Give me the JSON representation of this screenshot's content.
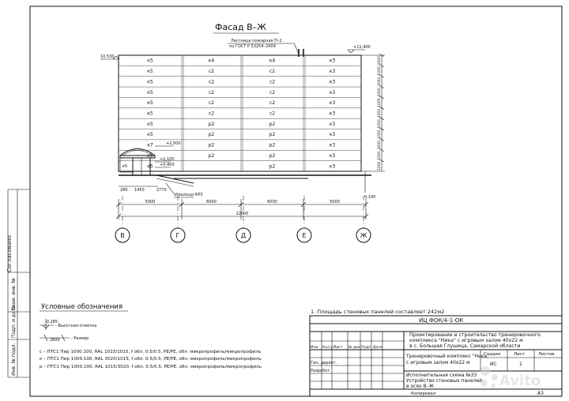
{
  "facade_title": "Фасад В–Ж",
  "ladder_note": [
    "Лестница пожарная П–2",
    "по ГОСТ Р 53254–2009"
  ],
  "levels": {
    "top_left": "10,530",
    "top_right": "+11,400",
    "canopy_top": "+2,500",
    "canopy_mid": "+2,100",
    "floor": "+0,400",
    "ground": "0,100"
  },
  "facade_cells": [
    [
      "к5",
      "к4",
      "к4",
      "к3"
    ],
    [
      "к5",
      "с2",
      "с2",
      "к3"
    ],
    [
      "к5",
      "с2",
      "с2",
      "к3"
    ],
    [
      "к5",
      "с2",
      "с2",
      "к3"
    ],
    [
      "к5",
      "с2",
      "с2",
      "к3"
    ],
    [
      "к5",
      "с2",
      "с2",
      "к3"
    ],
    [
      "к5",
      "р2",
      "р2",
      "к3"
    ],
    [
      "к5",
      "р2",
      "р2",
      "к3"
    ],
    [
      "к7",
      "р2",
      "р2",
      "к3"
    ],
    [
      "к5",
      "р2",
      "р2",
      "к3"
    ],
    [
      "к5",
      "",
      "р2",
      "к3"
    ]
  ],
  "right_dims": [
    "1000",
    "1000",
    "1000",
    "1000",
    "1000",
    "1000",
    "1000",
    "1000",
    "1000",
    "1000",
    "1000"
  ],
  "entrance": {
    "label": "к5",
    "dims": [
      "280",
      "1450",
      "2770"
    ],
    "ramp_note": "Крыльцо КР3"
  },
  "dimensions": {
    "spans": [
      "5000",
      "6000",
      "6000",
      "5000"
    ],
    "total": "22000"
  },
  "axes": [
    "В",
    "Г",
    "Д",
    "Е",
    "Ж"
  ],
  "side_stamp": [
    "Согласовано",
    "Взам. инв. №",
    "Подп. и дата",
    "Инв. № подл."
  ],
  "note": "1. Площадь стеновых панелей составляет 242м2",
  "legend": {
    "title": "Условные обозначения",
    "mark_value": "-0,265",
    "mark_text": "- Высотная отметка",
    "size_value": "2800",
    "size_text": "- Размер",
    "items": [
      "с – ПТС1 Пир 1000.100, RAL 1015/1015, f обл. 0.5/0.5, PE/PE, обл. микропрофиль/микропрофиль",
      "к – ПТС1 Пир 1000.100, RAL 3020/1015, f обл. 0.5/0.5, PE/PE, обл. микропрофиль/микропрофиль",
      "р – ПТС1 Пир 1000.100, RAL 1015/3020, f обл. 0.5/0.5, PE/PE, обл. микропрофиль/микропрофиль"
    ]
  },
  "title_block": {
    "code": "ИЦ ФОК/4-1-ОК",
    "project": [
      "Проектирование и строительство тренировочного",
      "комплекса \"Ника\" с игровым залом 40х22 м",
      "в с. Большая Глушица, Самарской области"
    ],
    "header_cols": [
      "Изм.",
      "Кол.уч",
      "Лист",
      "№ док",
      "Подп.",
      "Дата"
    ],
    "roles": [
      "Ген. директ.",
      "Разработ."
    ],
    "object": [
      "Тренировочный комплекс \"Ника\"",
      "с игровым залом 40х22 м"
    ],
    "stage_headers": [
      "Стадия",
      "Лист",
      "Листов"
    ],
    "stage_values": [
      "ИС",
      "1",
      ""
    ],
    "sheet_title": [
      "Исполнительная схема №33",
      "Устройство стеновых панелей",
      "в осях В–Ж"
    ],
    "copied": "Копировал",
    "format": "А3"
  },
  "watermark": "Avito"
}
